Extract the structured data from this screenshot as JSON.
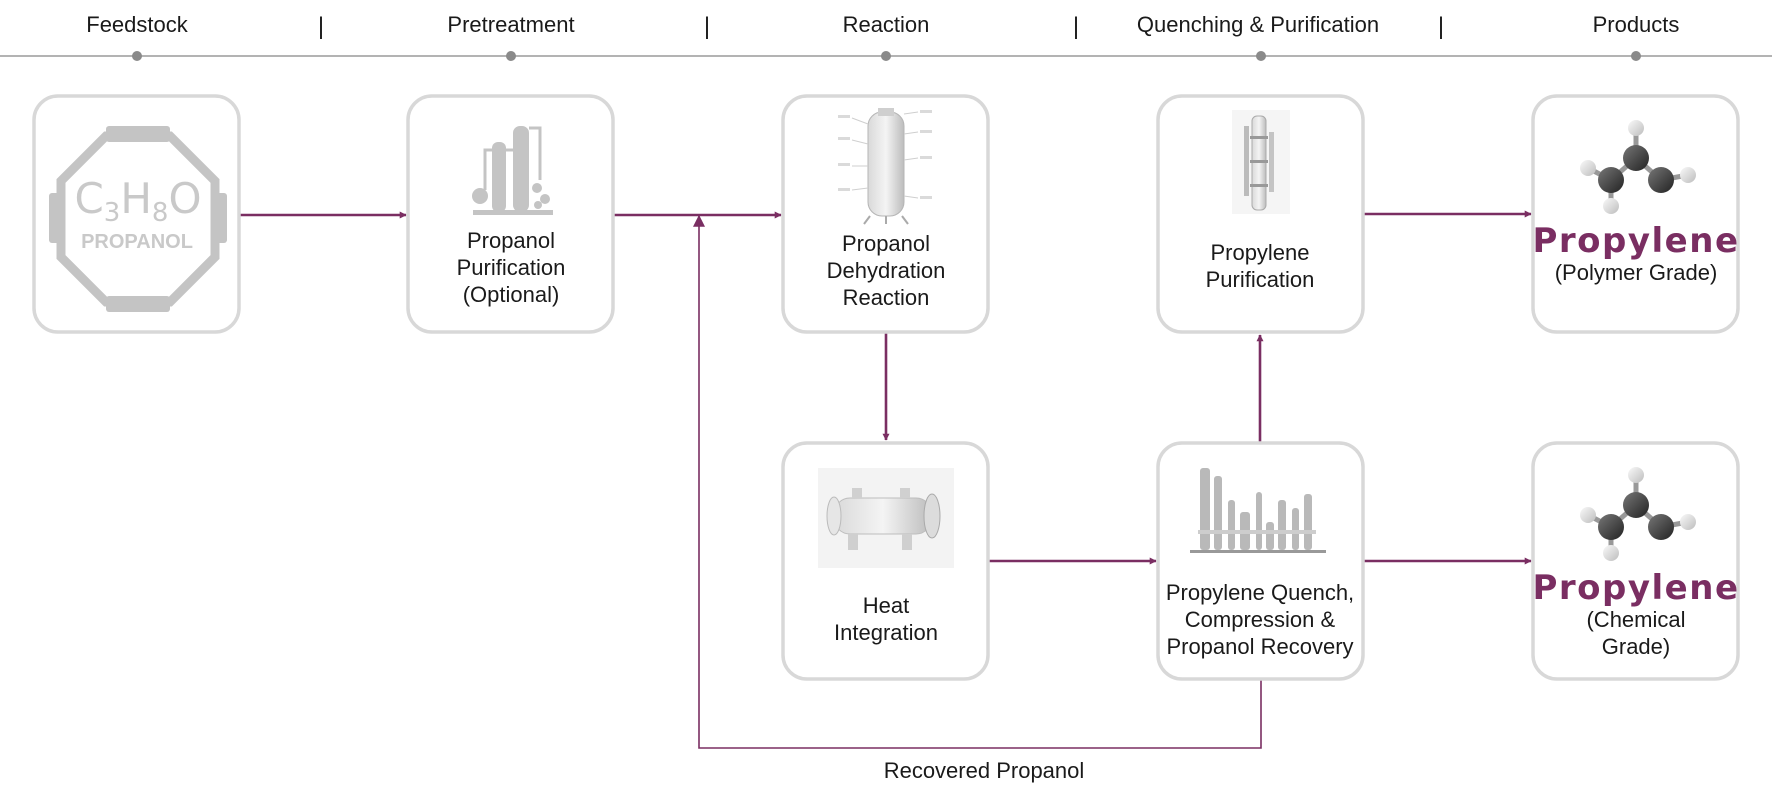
{
  "stages": [
    "Feedstock",
    "Pretreatment",
    "Reaction",
    "Quenching & Purification",
    "Products"
  ],
  "separator": "|",
  "feedstock": {
    "formula": {
      "c": "C",
      "c_sub": "3",
      "h": "H",
      "h_sub": "8",
      "o": "O"
    },
    "name": "PROPANOL"
  },
  "boxes": {
    "purification": [
      "Propanol",
      "Purification",
      "(Optional)"
    ],
    "reaction": [
      "Propanol",
      "Dehydration",
      "Reaction"
    ],
    "heat": [
      "Heat",
      "Integration"
    ],
    "quench": [
      "Propylene Quench,",
      "Compression &",
      "Propanol Recovery"
    ],
    "prop_purif": [
      "Propylene",
      "Purification"
    ],
    "product_polymer": {
      "name": "Propylene",
      "grade": [
        "(Polymer Grade)"
      ]
    },
    "product_chemical": {
      "name": "Propylene",
      "grade": [
        "(Chemical",
        "Grade)"
      ]
    }
  },
  "recycle_label": "Recovered Propanol",
  "colors": {
    "accent": "#7a2e62",
    "box_border": "#d8d8d8",
    "timeline": "#b3b3b3",
    "timeline_dot": "#8a8a8a",
    "icon_gray": "#c4c4c4"
  },
  "icons": [
    "propanol-octagon-icon",
    "distillation-plant-icon",
    "reactor-vessel-icon",
    "heat-exchanger-icon",
    "refinery-plant-icon",
    "distillation-column-icon",
    "propylene-molecule-icon"
  ]
}
